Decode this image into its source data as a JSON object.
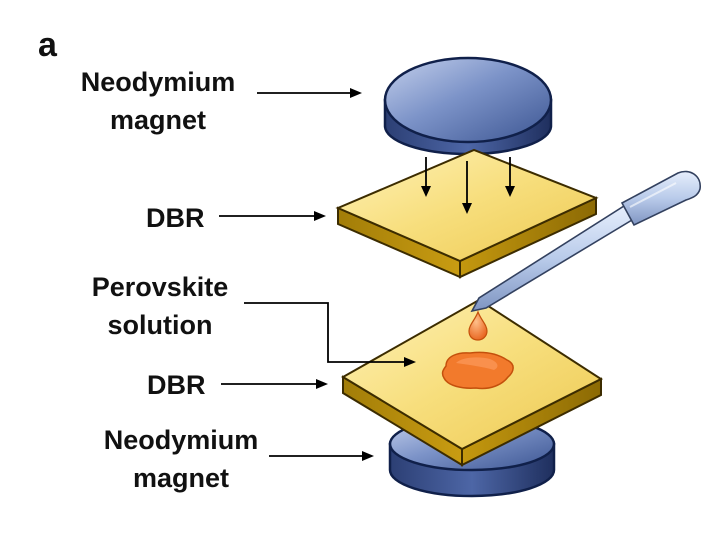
{
  "panel_label": "a",
  "labels": {
    "top_magnet": [
      "Neodymium",
      "magnet"
    ],
    "top_dbr": "DBR",
    "perovskite": [
      "Perovskite",
      "solution"
    ],
    "bottom_dbr": "DBR",
    "bottom_magnet": [
      "Neodymium",
      "magnet"
    ]
  },
  "colors": {
    "magnet": "#5a73ac",
    "dbr_top": "#f5dc78",
    "dbr_side": "#b48c0a",
    "perovskite": "#f06e2a",
    "pipette": "#b4c8ea"
  }
}
